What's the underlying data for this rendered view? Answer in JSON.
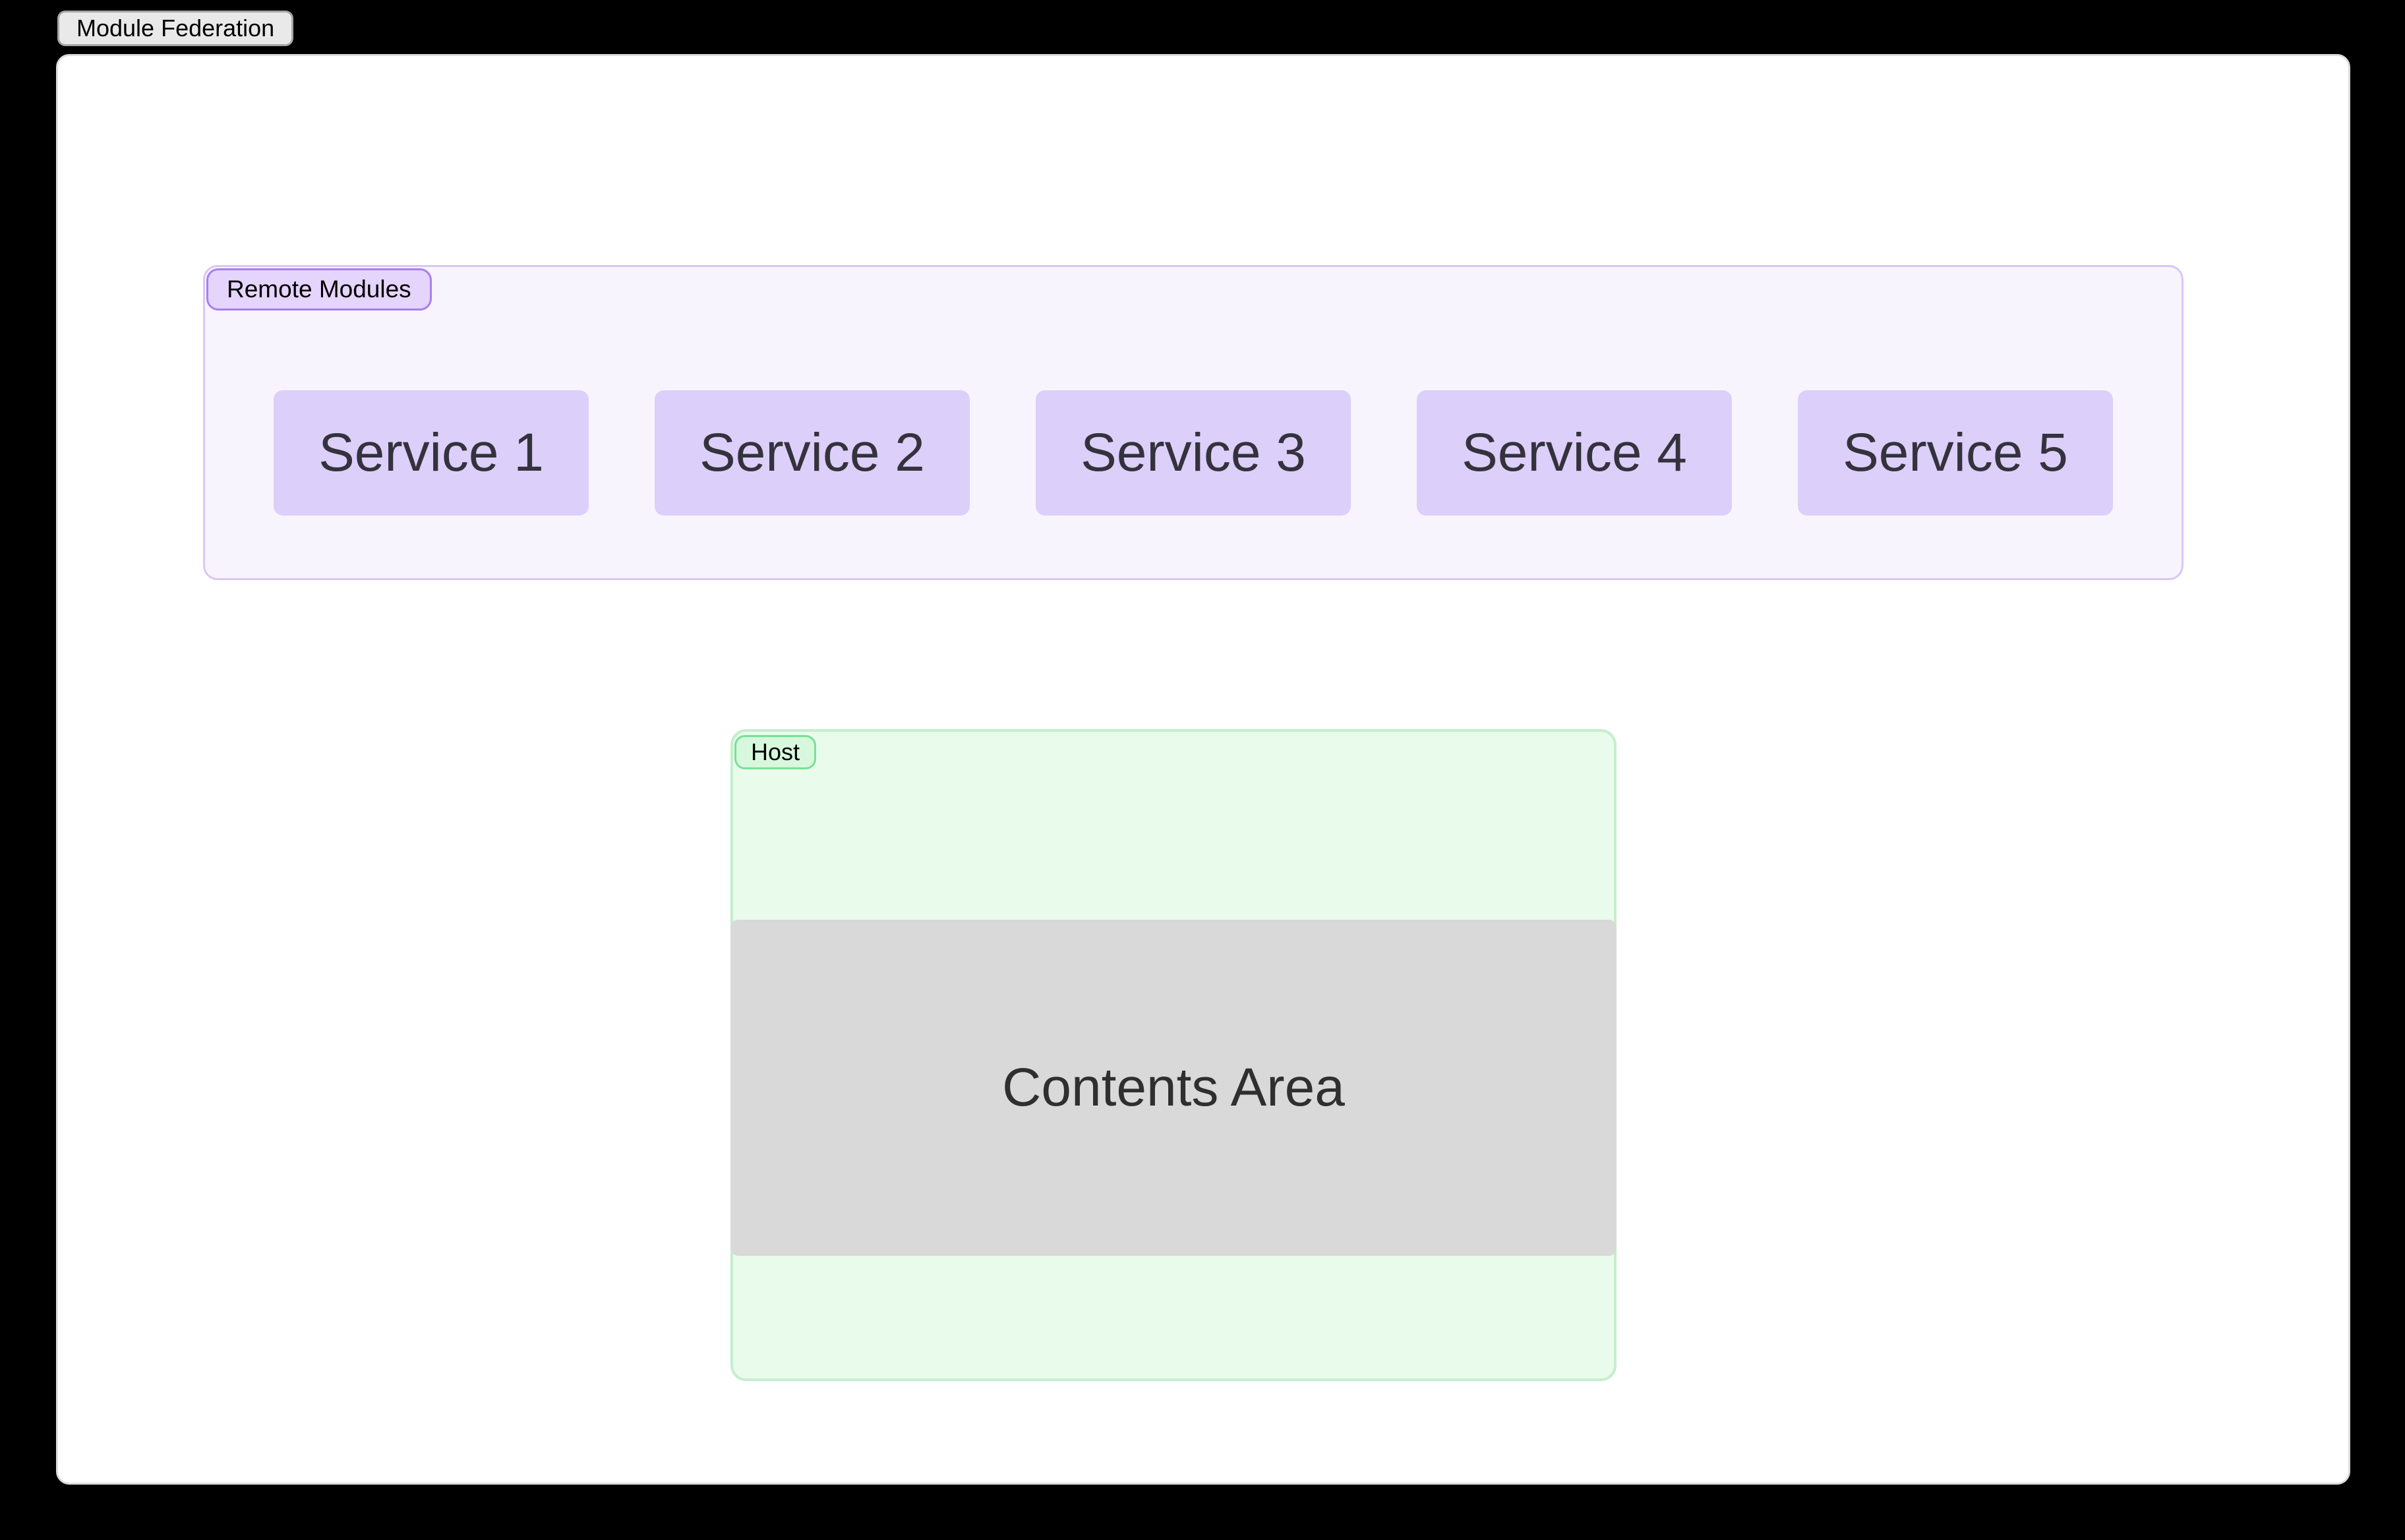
{
  "app": {
    "title": "Module Federation"
  },
  "remote_modules": {
    "label": "Remote Modules",
    "services": [
      "Service 1",
      "Service 2",
      "Service 3",
      "Service 4",
      "Service 5"
    ]
  },
  "host": {
    "label": "Host",
    "contents_label": "Contents Area"
  },
  "colors": {
    "background": "#000000",
    "canvas_bg": "#ffffff",
    "canvas_border": "#dcdcdc",
    "tab_bg": "#e9e9e9",
    "tab_border": "#a6a6a6",
    "remote_frame_bg": "#f8f4fe",
    "remote_frame_border": "#d9c7f6",
    "remote_label_bg": "#e5d4fb",
    "remote_label_border": "#a77ef0",
    "service_bg": "#dccffa",
    "service_text": "#34323c",
    "host_frame_bg": "#e9fcec",
    "host_frame_border": "#c5eecd",
    "host_label_bg": "#d7f8dd",
    "host_label_border": "#79e096",
    "contents_bg": "#d9d9d9",
    "contents_text": "#2f2f2f"
  }
}
